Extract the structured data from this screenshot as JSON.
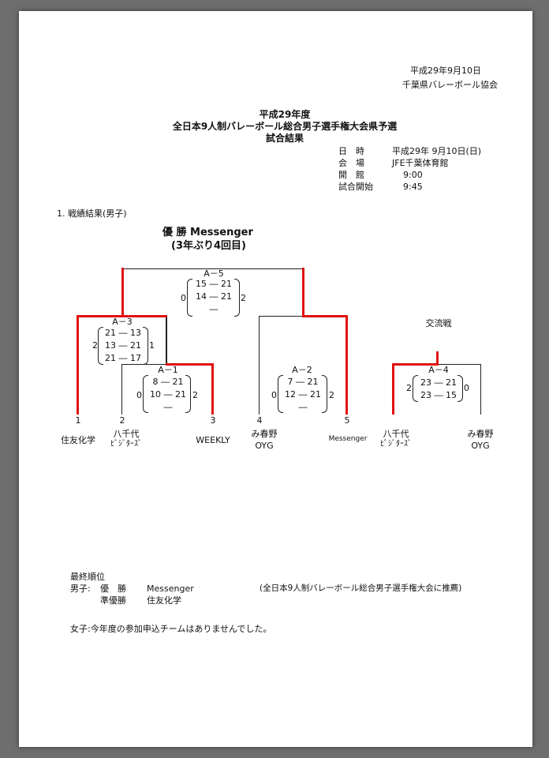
{
  "header": {
    "date": "平成29年9月10日",
    "org": "千葉県バレーボール協会"
  },
  "title": {
    "line1": "平成29年度",
    "line2": "全日本9人制バレーボール総合男子選手権大会県予選",
    "line3": "試合結果"
  },
  "info": {
    "date_label": "日　時",
    "date_value": "平成29年 9月10日(日)",
    "venue_label": "会　場",
    "venue_value": "JFE千葉体育館",
    "open_label": "開　館",
    "open_value": "9:00",
    "start_label": "試合開始",
    "start_value": "9:45"
  },
  "section1": "1. 戦績結果(男子)",
  "champion": {
    "line1": "優 勝 Messenger",
    "line2": "(3年ぶり4回目)"
  },
  "exchange_label": "交流戦",
  "matches": {
    "a5": {
      "label": "A－5",
      "left": "0",
      "right": "2",
      "s1": "15 ― 21",
      "s2": "14 ― 21",
      "s3": "―"
    },
    "a3": {
      "label": "A－3",
      "left": "2",
      "right": "1",
      "s1": "21 ― 13",
      "s2": "13 ― 21",
      "s3": "21 ― 17"
    },
    "a1": {
      "label": "A－1",
      "left": "0",
      "right": "2",
      "s1": "8 ― 21",
      "s2": "10 ― 21",
      "s3": "―"
    },
    "a2": {
      "label": "A－2",
      "left": "0",
      "right": "2",
      "s1": "7 ― 21",
      "s2": "12 ― 21",
      "s3": "―"
    },
    "a4": {
      "label": "A－4",
      "left": "2",
      "right": "0",
      "s1": "23 ― 21",
      "s2": "23 ― 15"
    }
  },
  "teams": [
    {
      "num": "1",
      "name1": "住友化学",
      "name2": ""
    },
    {
      "num": "2",
      "name1": "八千代",
      "name2": "ﾋﾞｼﾞﾀｰｽﾞ"
    },
    {
      "num": "3",
      "name1": "WEEKLY",
      "name2": ""
    },
    {
      "num": "4",
      "name1": "み春野",
      "name2": "OYG"
    },
    {
      "num": "5",
      "name1": "Messenger",
      "name2": ""
    }
  ],
  "exchange_teams": [
    {
      "name1": "八千代",
      "name2": "ﾋﾞｼﾞﾀｰｽﾞ"
    },
    {
      "name1": "み春野",
      "name2": "OYG"
    }
  ],
  "final": {
    "heading": "最終順位",
    "men_label": "男子:",
    "first_label": "優　勝",
    "first_team": "Messenger",
    "recommend": "(全日本9人制バレーボール総合男子選手権大会に推薦)",
    "second_label": "準優勝",
    "second_team": "住友化学",
    "women": "女子:今年度の参加申込チームはありませんでした。"
  },
  "colors": {
    "winner_line": "#e01010",
    "line": "#222222",
    "background": "#6e6e6e"
  }
}
